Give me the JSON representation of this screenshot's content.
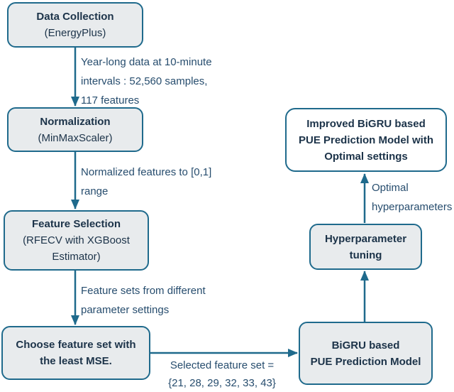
{
  "figure": {
    "boxes": {
      "data_collection": {
        "title": "Data Collection",
        "subtitle": "(EnergyPlus)"
      },
      "normalization": {
        "title": "Normalization",
        "subtitle": "(MinMaxScaler)"
      },
      "feature_selection": {
        "title": "Feature Selection",
        "subtitle": "(RFECV with XGBoost\nEstimator)"
      },
      "choose_feature_set": {
        "title": "Choose feature set with\nthe least MSE."
      },
      "improved_model": {
        "title": "Improved BiGRU based\nPUE Prediction Model with\nOptimal settings"
      },
      "hyperparameter_tuning": {
        "title": "Hyperparameter\ntuning"
      },
      "bigru_model": {
        "title": "BiGRU based\nPUE Prediction Model"
      }
    },
    "edge_labels": {
      "collection_to_normalization": "Year-long data at 10-minute\nintervals : 52,560 samples,\n117 features",
      "normalization_to_selection": "Normalized features to [0,1]\nrange",
      "selection_to_choose": "Feature sets from different\nparameter settings",
      "choose_to_bigru": "Selected feature set =\n{21, 28, 29, 32, 33, 43}",
      "tuning_to_improved": "Optimal\nhyperparameters"
    },
    "colors": {
      "border": "#1f6a8c",
      "box_fill": "#e8ebed",
      "white_fill": "#ffffff",
      "title_text": "#1c3349",
      "label_text": "#274d6e"
    }
  }
}
